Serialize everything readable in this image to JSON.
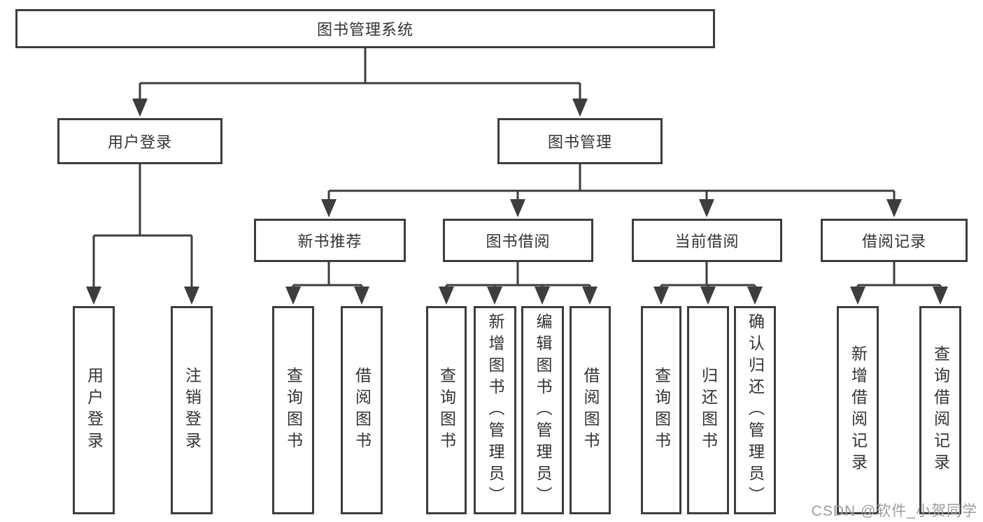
{
  "diagram": {
    "root": {
      "label": "图书管理系统"
    },
    "level2": [
      {
        "label": "用户登录",
        "children": [
          {
            "label": "用户登录"
          },
          {
            "label": "注销登录"
          }
        ]
      },
      {
        "label": "图书管理",
        "children": [
          {
            "label": "新书推荐",
            "children": [
              {
                "label": "查询图书"
              },
              {
                "label": "借阅图书"
              }
            ]
          },
          {
            "label": "图书借阅",
            "children": [
              {
                "label": "查询图书"
              },
              {
                "label": "新增图书（管理员）"
              },
              {
                "label": "编辑图书（管理员）"
              },
              {
                "label": "借阅图书"
              }
            ]
          },
          {
            "label": "当前借阅",
            "children": [
              {
                "label": "查询图书"
              },
              {
                "label": "归还图书"
              },
              {
                "label": "确认归还（管理员）"
              }
            ]
          },
          {
            "label": "借阅记录",
            "children": [
              {
                "label": "新增借阅记录"
              },
              {
                "label": "查询借阅记录"
              }
            ]
          }
        ]
      }
    ],
    "watermark": "CSDN @软件_小贺同学",
    "colors": {
      "line": "#3d3d3d",
      "box_border": "#3d3d3d",
      "text": "#333333",
      "watermark_text": "#9c9c9c",
      "background": "#ffffff"
    }
  }
}
